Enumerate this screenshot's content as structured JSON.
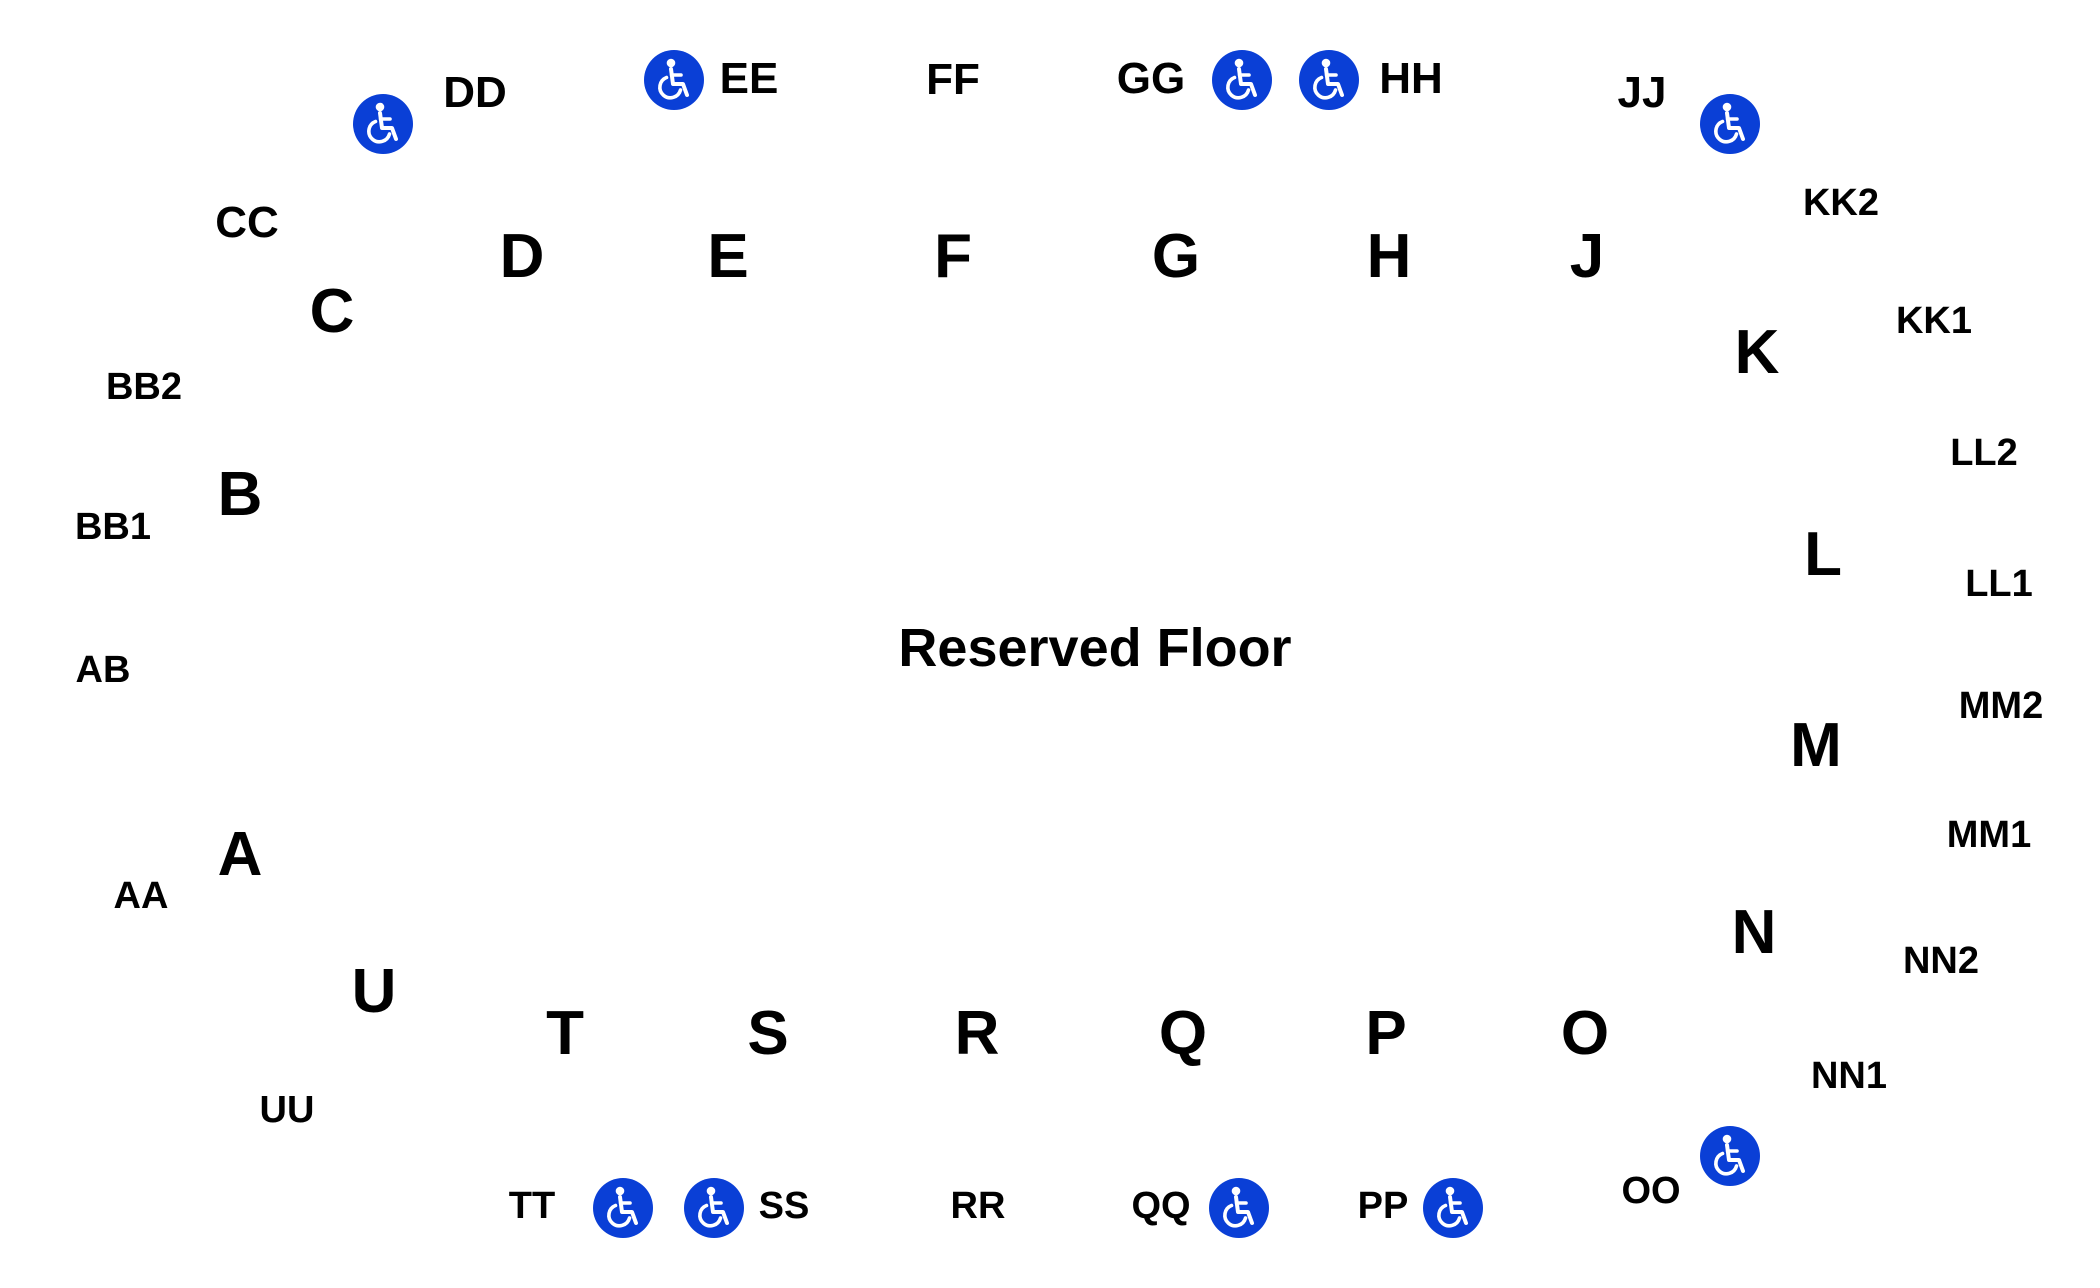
{
  "title": "Reserved Floor",
  "accessible_icon": {
    "name": "wheelchair-accessible-icon",
    "color": "#0a3fd6"
  },
  "inner_sections": [
    "A",
    "B",
    "C",
    "D",
    "E",
    "F",
    "G",
    "H",
    "J",
    "K",
    "L",
    "M",
    "N",
    "O",
    "P",
    "Q",
    "R",
    "S",
    "T",
    "U"
  ],
  "outer_sections": [
    "AA",
    "AB",
    "BB1",
    "BB2",
    "CC",
    "DD",
    "EE",
    "FF",
    "GG",
    "HH",
    "JJ",
    "KK2",
    "KK1",
    "LL2",
    "LL1",
    "MM2",
    "MM1",
    "NN2",
    "NN1",
    "OO",
    "PP",
    "QQ",
    "RR",
    "SS",
    "TT",
    "UU"
  ],
  "accessible_sections": [
    "DD",
    "EE",
    "GG",
    "HH",
    "JJ",
    "OO",
    "PP",
    "QQ",
    "SS",
    "TT"
  ]
}
